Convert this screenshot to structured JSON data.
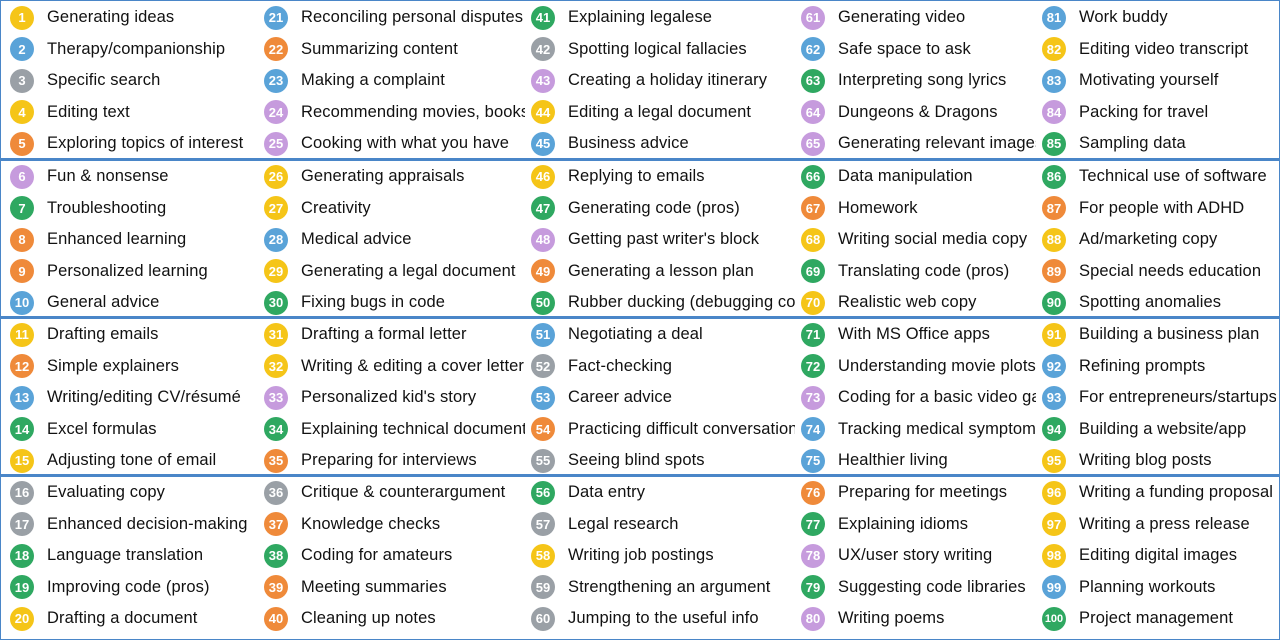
{
  "colors": {
    "yellow": "#f5c518",
    "blue": "#5aa3d8",
    "gray": "#9aa0a6",
    "orange": "#ef8a3a",
    "purple": "#c69bdd",
    "green": "#2fa861",
    "border": "#4a86c8"
  },
  "columns": [
    {
      "items": [
        {
          "n": "1",
          "label": "Generating ideas",
          "color": "yellow"
        },
        {
          "n": "2",
          "label": "Therapy/companionship",
          "color": "blue"
        },
        {
          "n": "3",
          "label": "Specific search",
          "color": "gray"
        },
        {
          "n": "4",
          "label": "Editing text",
          "color": "yellow"
        },
        {
          "n": "5",
          "label": "Exploring topics of interest",
          "color": "orange"
        },
        {
          "n": "6",
          "label": "Fun & nonsense",
          "color": "purple"
        },
        {
          "n": "7",
          "label": "Troubleshooting",
          "color": "green"
        },
        {
          "n": "8",
          "label": "Enhanced learning",
          "color": "orange"
        },
        {
          "n": "9",
          "label": "Personalized learning",
          "color": "orange"
        },
        {
          "n": "10",
          "label": "General advice",
          "color": "blue"
        },
        {
          "n": "11",
          "label": "Drafting emails",
          "color": "yellow"
        },
        {
          "n": "12",
          "label": "Simple explainers",
          "color": "orange"
        },
        {
          "n": "13",
          "label": "Writing/editing CV/résumé",
          "color": "blue"
        },
        {
          "n": "14",
          "label": "Excel formulas",
          "color": "green"
        },
        {
          "n": "15",
          "label": "Adjusting tone of email",
          "color": "yellow"
        },
        {
          "n": "16",
          "label": "Evaluating copy",
          "color": "gray"
        },
        {
          "n": "17",
          "label": "Enhanced decision-making",
          "color": "gray"
        },
        {
          "n": "18",
          "label": "Language translation",
          "color": "green"
        },
        {
          "n": "19",
          "label": "Improving code (pros)",
          "color": "green"
        },
        {
          "n": "20",
          "label": "Drafting a document",
          "color": "yellow"
        }
      ]
    },
    {
      "items": [
        {
          "n": "21",
          "label": "Reconciling personal disputes",
          "color": "blue"
        },
        {
          "n": "22",
          "label": "Summarizing content",
          "color": "orange"
        },
        {
          "n": "23",
          "label": "Making a complaint",
          "color": "blue"
        },
        {
          "n": "24",
          "label": "Recommending movies, books, etc",
          "color": "purple"
        },
        {
          "n": "25",
          "label": "Cooking with what you have",
          "color": "purple"
        },
        {
          "n": "26",
          "label": "Generating appraisals",
          "color": "yellow"
        },
        {
          "n": "27",
          "label": "Creativity",
          "color": "yellow"
        },
        {
          "n": "28",
          "label": "Medical advice",
          "color": "blue"
        },
        {
          "n": "29",
          "label": "Generating a legal document",
          "color": "yellow"
        },
        {
          "n": "30",
          "label": "Fixing bugs in code",
          "color": "green"
        },
        {
          "n": "31",
          "label": "Drafting a formal letter",
          "color": "yellow"
        },
        {
          "n": "32",
          "label": "Writing & editing a cover letter",
          "color": "yellow"
        },
        {
          "n": "33",
          "label": "Personalized kid's story",
          "color": "purple"
        },
        {
          "n": "34",
          "label": "Explaining technical documents",
          "color": "green"
        },
        {
          "n": "35",
          "label": "Preparing for interviews",
          "color": "orange"
        },
        {
          "n": "36",
          "label": "Critique & counterargument",
          "color": "gray"
        },
        {
          "n": "37",
          "label": "Knowledge checks",
          "color": "orange"
        },
        {
          "n": "38",
          "label": "Coding for amateurs",
          "color": "green"
        },
        {
          "n": "39",
          "label": "Meeting summaries",
          "color": "orange"
        },
        {
          "n": "40",
          "label": "Cleaning up notes",
          "color": "orange"
        }
      ]
    },
    {
      "items": [
        {
          "n": "41",
          "label": "Explaining legalese",
          "color": "green"
        },
        {
          "n": "42",
          "label": "Spotting logical fallacies",
          "color": "gray"
        },
        {
          "n": "43",
          "label": "Creating a holiday itinerary",
          "color": "purple"
        },
        {
          "n": "44",
          "label": "Editing a legal document",
          "color": "yellow"
        },
        {
          "n": "45",
          "label": "Business advice",
          "color": "blue"
        },
        {
          "n": "46",
          "label": "Replying to emails",
          "color": "yellow"
        },
        {
          "n": "47",
          "label": "Generating code (pros)",
          "color": "green"
        },
        {
          "n": "48",
          "label": "Getting past writer's block",
          "color": "purple"
        },
        {
          "n": "49",
          "label": "Generating a lesson plan",
          "color": "orange"
        },
        {
          "n": "50",
          "label": "Rubber ducking (debugging code)",
          "color": "green"
        },
        {
          "n": "51",
          "label": "Negotiating a deal",
          "color": "blue"
        },
        {
          "n": "52",
          "label": "Fact-checking",
          "color": "gray"
        },
        {
          "n": "53",
          "label": "Career advice",
          "color": "blue"
        },
        {
          "n": "54",
          "label": "Practicing difficult conversations",
          "color": "orange"
        },
        {
          "n": "55",
          "label": "Seeing blind spots",
          "color": "gray"
        },
        {
          "n": "56",
          "label": "Data entry",
          "color": "green"
        },
        {
          "n": "57",
          "label": "Legal research",
          "color": "gray"
        },
        {
          "n": "58",
          "label": "Writing job postings",
          "color": "yellow"
        },
        {
          "n": "59",
          "label": "Strengthening an argument",
          "color": "gray"
        },
        {
          "n": "60",
          "label": "Jumping to the useful info",
          "color": "gray"
        }
      ]
    },
    {
      "items": [
        {
          "n": "61",
          "label": "Generating video",
          "color": "purple"
        },
        {
          "n": "62",
          "label": "Safe space to ask",
          "color": "blue"
        },
        {
          "n": "63",
          "label": "Interpreting song lyrics",
          "color": "green"
        },
        {
          "n": "64",
          "label": "Dungeons & Dragons",
          "color": "purple"
        },
        {
          "n": "65",
          "label": "Generating relevant images",
          "color": "purple"
        },
        {
          "n": "66",
          "label": "Data manipulation",
          "color": "green"
        },
        {
          "n": "67",
          "label": "Homework",
          "color": "orange"
        },
        {
          "n": "68",
          "label": "Writing social media copy",
          "color": "yellow"
        },
        {
          "n": "69",
          "label": "Translating code (pros)",
          "color": "green"
        },
        {
          "n": "70",
          "label": "Realistic web copy",
          "color": "yellow"
        },
        {
          "n": "71",
          "label": "With MS Office apps",
          "color": "green"
        },
        {
          "n": "72",
          "label": "Understanding movie plots",
          "color": "green"
        },
        {
          "n": "73",
          "label": "Coding for a basic video game",
          "color": "purple"
        },
        {
          "n": "74",
          "label": "Tracking medical symptoms",
          "color": "blue"
        },
        {
          "n": "75",
          "label": "Healthier living",
          "color": "blue"
        },
        {
          "n": "76",
          "label": "Preparing for meetings",
          "color": "orange"
        },
        {
          "n": "77",
          "label": "Explaining idioms",
          "color": "green"
        },
        {
          "n": "78",
          "label": "UX/user story writing",
          "color": "purple"
        },
        {
          "n": "79",
          "label": "Suggesting code libraries",
          "color": "green"
        },
        {
          "n": "80",
          "label": "Writing poems",
          "color": "purple"
        }
      ]
    },
    {
      "items": [
        {
          "n": "81",
          "label": "Work buddy",
          "color": "blue"
        },
        {
          "n": "82",
          "label": "Editing video transcript",
          "color": "yellow"
        },
        {
          "n": "83",
          "label": "Motivating yourself",
          "color": "blue"
        },
        {
          "n": "84",
          "label": "Packing for travel",
          "color": "purple"
        },
        {
          "n": "85",
          "label": "Sampling data",
          "color": "green"
        },
        {
          "n": "86",
          "label": "Technical use of software",
          "color": "green"
        },
        {
          "n": "87",
          "label": "For people with ADHD",
          "color": "orange"
        },
        {
          "n": "88",
          "label": "Ad/marketing copy",
          "color": "yellow"
        },
        {
          "n": "89",
          "label": "Special needs education",
          "color": "orange"
        },
        {
          "n": "90",
          "label": "Spotting anomalies",
          "color": "green"
        },
        {
          "n": "91",
          "label": "Building a business plan",
          "color": "yellow"
        },
        {
          "n": "92",
          "label": "Refining prompts",
          "color": "blue"
        },
        {
          "n": "93",
          "label": "For entrepreneurs/startups",
          "color": "blue"
        },
        {
          "n": "94",
          "label": "Building a website/app",
          "color": "green"
        },
        {
          "n": "95",
          "label": "Writing blog posts",
          "color": "yellow"
        },
        {
          "n": "96",
          "label": "Writing a funding proposal",
          "color": "yellow"
        },
        {
          "n": "97",
          "label": "Writing a press release",
          "color": "yellow"
        },
        {
          "n": "98",
          "label": "Editing digital images",
          "color": "yellow"
        },
        {
          "n": "99",
          "label": "Planning workouts",
          "color": "blue"
        },
        {
          "n": "100",
          "label": "Project management",
          "color": "green"
        }
      ]
    }
  ]
}
